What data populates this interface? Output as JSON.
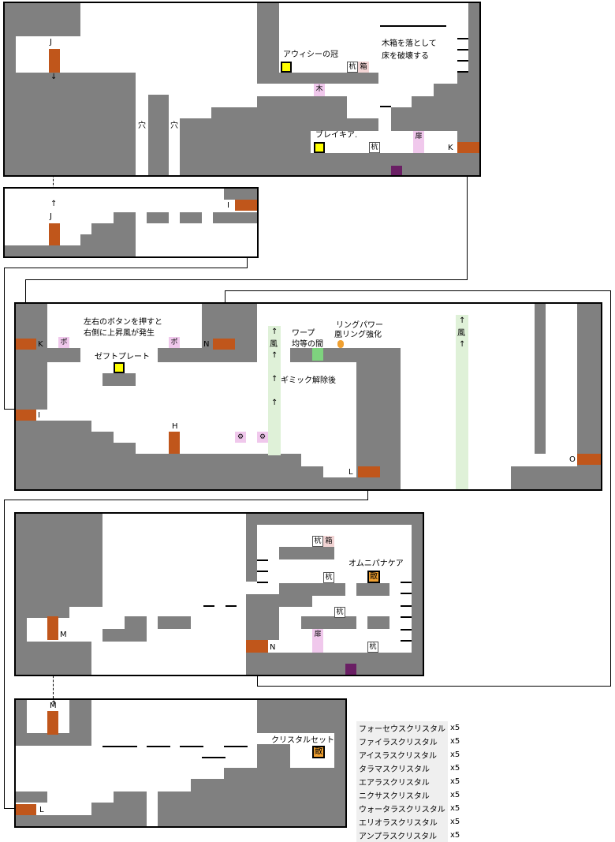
{
  "labels": {
    "J": "J",
    "I": "I",
    "K": "K",
    "N": "N",
    "H": "H",
    "L": "L",
    "O": "O",
    "M": "M",
    "ana": "穴",
    "awisi": "アウィシーの冠",
    "breakia": "ブレイキア.",
    "wood_note_1": "木箱を落として",
    "wood_note_2": "床を破壊する",
    "stake": "杭",
    "box": "箱",
    "ki": "木",
    "tobira": "扉",
    "po": "ポ",
    "button_note_1": "左右のボタンを押すと",
    "button_note_2": "右側に上昇風が発生",
    "zefto": "ゼフトプレート",
    "wind": "風",
    "arrow_up": "↑",
    "arrow_down": "↓",
    "warp_1": "ワープ",
    "warp_2": "均等の間",
    "ring_1": "リングパワー",
    "ring_2": "凰リング強化",
    "gimmick": "ギミック解除後",
    "gear": "⚙",
    "omni": "オムニパナケア",
    "teki": "敵",
    "crystal_set": "クリスタルセット"
  },
  "crystals": [
    {
      "name": "フォーセウスクリスタル",
      "qty": "x5"
    },
    {
      "name": "ファイラスクリスタル",
      "qty": "x5"
    },
    {
      "name": "アイスラスクリスタル",
      "qty": "x5"
    },
    {
      "name": "タラマスクリスタル",
      "qty": "x5"
    },
    {
      "name": "エアラスクリスタル",
      "qty": "x5"
    },
    {
      "name": "ニクサスクリスタル",
      "qty": "x5"
    },
    {
      "name": "ウォータラスクリスタル",
      "qty": "x5"
    },
    {
      "name": "エリオラスクリスタル",
      "qty": "x5"
    },
    {
      "name": "アンプラスクリスタル",
      "qty": "x5"
    }
  ],
  "colors": {
    "wall": "#808080",
    "door": "#c0561b",
    "treasure": "#ffff00",
    "enemy": "#f0a030",
    "wind": "#dff1d8",
    "pink": "#f0c8ec",
    "purple": "#6a1f64"
  }
}
